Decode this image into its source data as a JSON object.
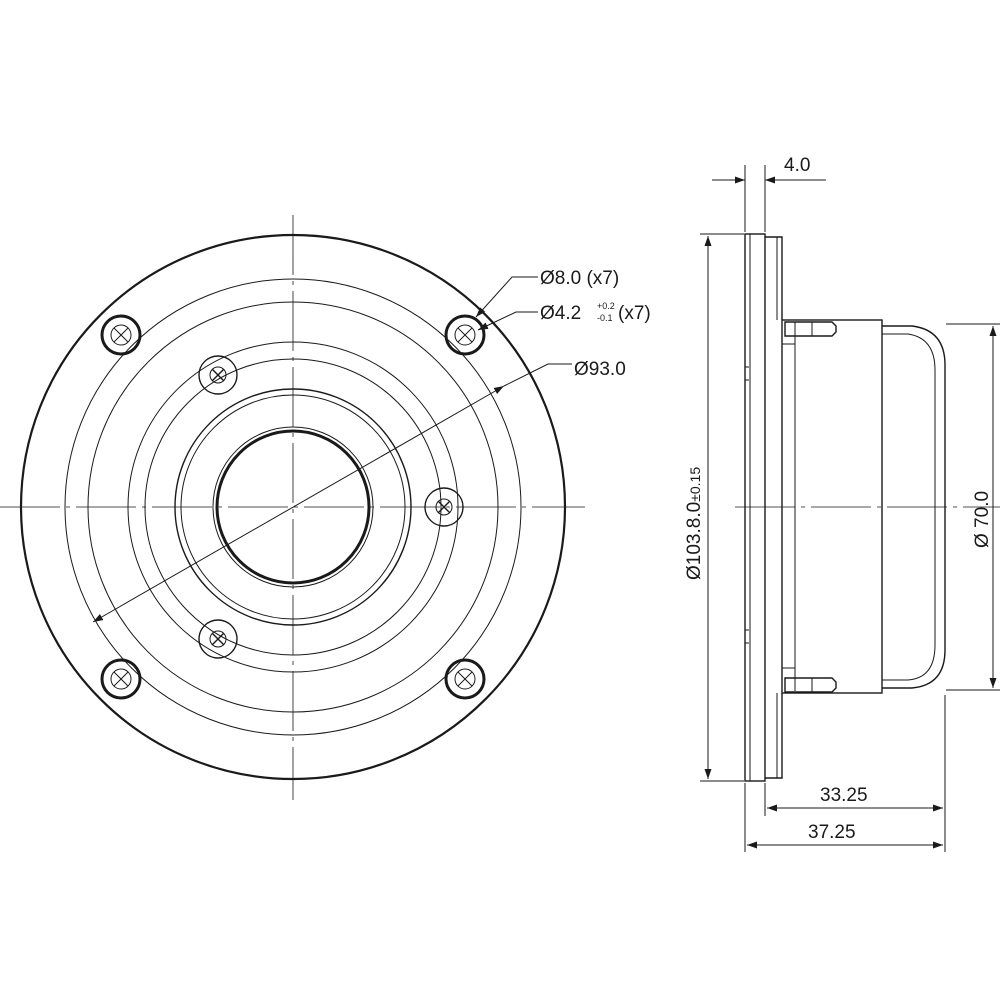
{
  "dimensions": {
    "mount_hole_dia": "Ø8.0 (x7)",
    "screw_hole_dia_main": "Ø4.2",
    "screw_hole_tol_plus": "+0.2",
    "screw_hole_tol_minus": "-0.1",
    "screw_hole_count": "(x7)",
    "bolt_circle_dia": "Ø93.0",
    "flange_thickness": "4.0",
    "outer_dia_main": "Ø103.8.0",
    "outer_dia_tol": "±0.15",
    "body_dia": "Ø 70.0",
    "depth_body": "33.25",
    "depth_total": "37.25"
  }
}
